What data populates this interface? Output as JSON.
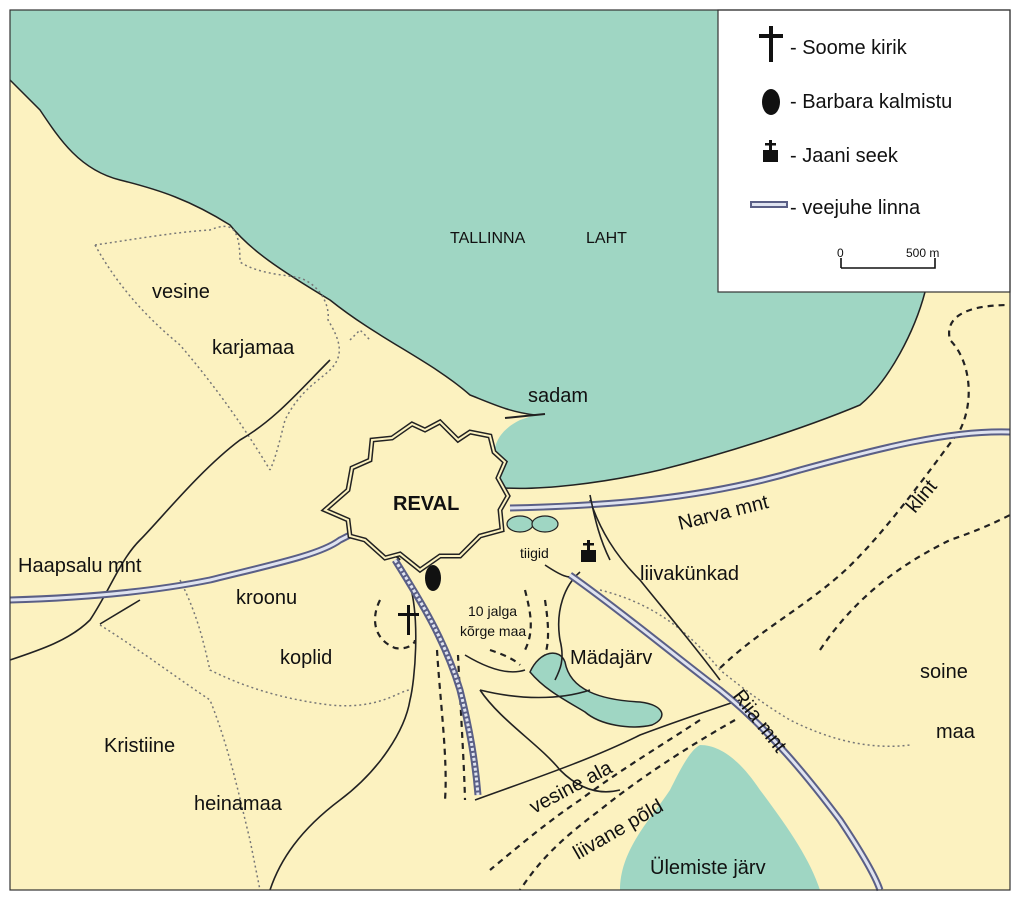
{
  "colors": {
    "land": "#fcf2c0",
    "water": "#9fd6c3",
    "ink": "#222222",
    "road": "#5a5f86",
    "road_fill": "#dfe3f0",
    "frame": "#333333"
  },
  "legend": {
    "items": [
      {
        "symbol": "cross-icon",
        "label": "- Soome kirik"
      },
      {
        "symbol": "oval-icon",
        "label": "- Barbara kalmistu"
      },
      {
        "symbol": "small-cross-house-icon",
        "label": "- Jaani seek"
      },
      {
        "symbol": "aqueduct-line-icon",
        "label": "- veejuhe linna"
      }
    ],
    "scale": {
      "start": "0",
      "end": "500 m"
    }
  },
  "labels": {
    "bay": [
      "TALLINNA",
      "LAHT"
    ],
    "vesine": "vesine",
    "karjamaa": "karjamaa",
    "sadam": "sadam",
    "reval": "REVAL",
    "narva_mnt": "Narva mnt",
    "klint": "klint",
    "haapsalu_mnt": "Haapsalu mnt",
    "tiigid": "tiigid",
    "liivakunkad": "liivakünkad",
    "kroonu": "kroonu",
    "koplid": "koplid",
    "jalga1": "10 jalga",
    "jalga2": "kõrge maa",
    "madajarv": "Mädajärv",
    "riia_mnt": "Riia mnt",
    "soine": "soine",
    "maa": "maa",
    "kristiine": "Kristiine",
    "heinamaa": "heinamaa",
    "vesine_ala": "vesine ala",
    "liivane_pold": "liivane põld",
    "ulemiste": "Ülemiste järv"
  }
}
